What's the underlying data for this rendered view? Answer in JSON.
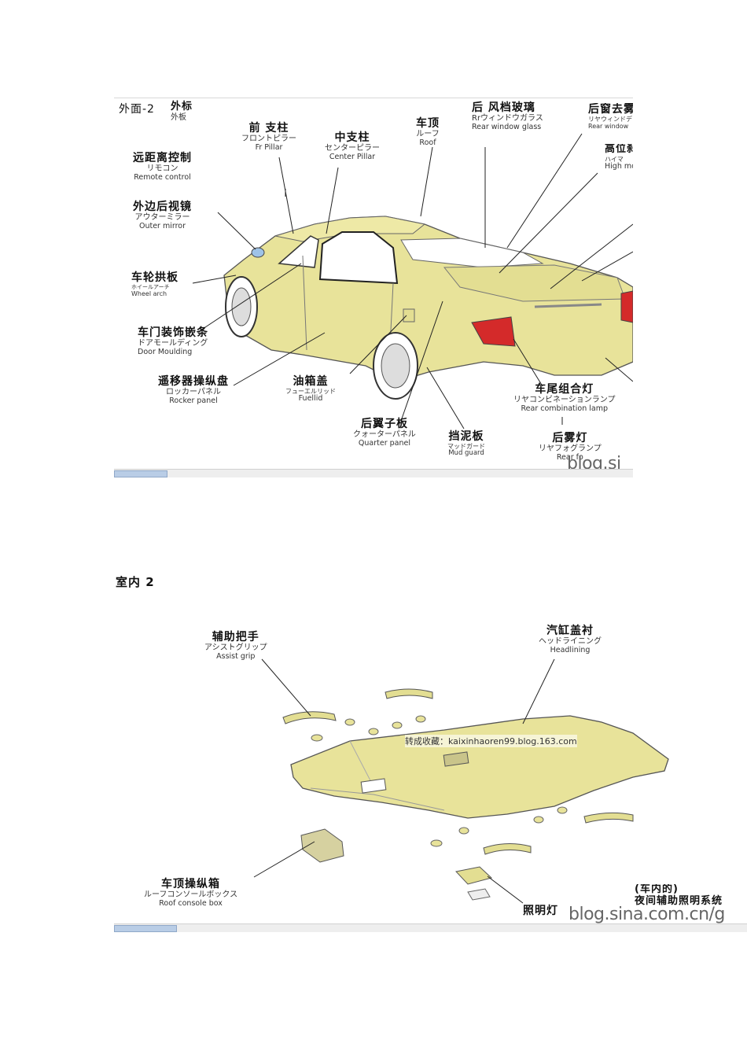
{
  "figure1": {
    "title": "外面-2",
    "subtitle_zh": "外标",
    "subtitle_ja": "外板",
    "labels": {
      "front_pillar": {
        "zh": "前 支柱",
        "ja": "フロントピラー",
        "en": "Fr  Pillar"
      },
      "center_pillar": {
        "zh": "中支柱",
        "ja": "センターピラー",
        "en": "Center Pillar"
      },
      "roof": {
        "zh": "车顶",
        "ja": "ルーフ",
        "en": "Roof"
      },
      "rear_window_glass": {
        "zh": "后 风档玻璃",
        "ja": "Rrウィンドウガラス",
        "en": "Rear window glass"
      },
      "rear_window": {
        "zh": "后窗去雾",
        "ja": "リヤウィンドデ",
        "en": "Rear window"
      },
      "high_mount": {
        "zh": "高位刹",
        "ja": "ハイマ",
        "en": "High mo"
      },
      "remote_control": {
        "zh": "远距离控制",
        "ja": "リモコン",
        "en": "Remote control"
      },
      "outer_mirror": {
        "zh": "外边后视镜",
        "ja": "アウターミラー",
        "en": "Outer mirror"
      },
      "wheel_arch": {
        "zh": "车轮拱板",
        "ja": "ホイールアーチ",
        "en": "Wheel arch"
      },
      "door_moulding": {
        "zh": "车门装饰嵌条",
        "ja": "ドアモールディング",
        "en": "Door   Moulding"
      },
      "rocker_panel": {
        "zh": "遥移器操纵盘",
        "ja": "ロッカーパネル",
        "en": "Rocker panel"
      },
      "fuel_lid": {
        "zh": "油箱盖",
        "ja": "フューエルリッド",
        "en": "Fuellid"
      },
      "quarter_panel": {
        "zh": "后翼子板",
        "ja": "クォーターパネル",
        "en": "Quarter panel"
      },
      "mud_guard": {
        "zh": "挡泥板",
        "ja": "マッドガード",
        "en": "Mud guard"
      },
      "rear_combination_lamp": {
        "zh": "车尾组合灯",
        "ja": "リヤコンビネーションランプ",
        "en": "Rear combination lamp"
      },
      "rear_fog_lamp": {
        "zh": "后雾灯",
        "ja": "リヤフォグランプ",
        "en": "Rear fo"
      }
    },
    "watermark": "blog.si"
  },
  "figure2": {
    "title": "室内 2",
    "labels": {
      "assist_grip": {
        "zh": "辅助把手",
        "ja": "アシストグリップ",
        "en": "Assist grip"
      },
      "headlining": {
        "zh": "汽缸盖衬",
        "ja": "ヘッドライニング",
        "en": "Headlining"
      },
      "roof_console_box": {
        "zh": "车顶操纵箱",
        "ja": "ルーフコンソールボックス",
        "en": "Roof console box"
      },
      "lighting": {
        "zh": "照明灯"
      },
      "interior_aux_lighting_line1": "(车内的)",
      "interior_aux_lighting_line2": "夜间辅助照明系统"
    },
    "overlay_text": "转成收藏：kaixinhaoren99.blog.163.com",
    "watermark": "blog.sina.com.cn/g"
  },
  "colors": {
    "car_body": "#e8e39a",
    "car_outline": "#555555",
    "taillight": "#d42a2a",
    "glass": "#ffffff",
    "scroll_thumb": "#b9cde6"
  }
}
